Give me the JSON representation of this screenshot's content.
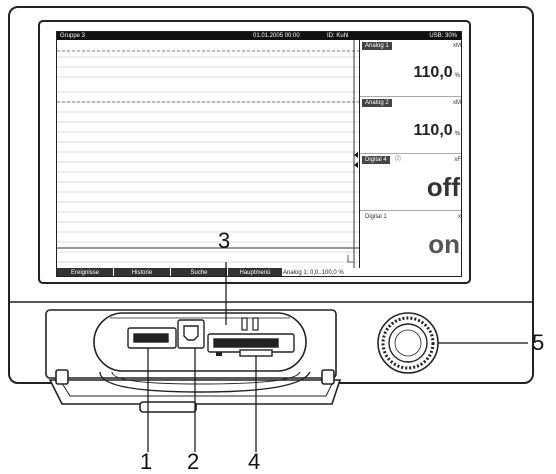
{
  "screen": {
    "header": {
      "group": "Gruppe 3",
      "datetime": "01.01.2005 00:00",
      "id": "ID: Kuhl",
      "usb": "USB: 30%"
    },
    "channels": [
      {
        "label": "Analog 1",
        "indicator": "xM",
        "value": "110,0",
        "unit": "%",
        "style": "dark"
      },
      {
        "label": "Analog 2",
        "indicator": "xM",
        "value": "110,0",
        "unit": "%",
        "style": "dark"
      },
      {
        "label": "Digital 4",
        "indicator": "xF",
        "value": "off",
        "unit": "",
        "style": "dark"
      },
      {
        "label": "Digital 1",
        "indicator": "x",
        "value": "on",
        "unit": "",
        "style": "light"
      }
    ],
    "buttons": [
      "Ereignisse",
      "Historie",
      "Suche",
      "Hauptmenü"
    ],
    "info": "Analog 1: 0,0..100,0 %"
  },
  "callouts": [
    "1",
    "2",
    "3",
    "4",
    "5"
  ],
  "colors": {
    "line": "#222222",
    "screen_bar": "#111111",
    "tile_label": "#444444"
  }
}
